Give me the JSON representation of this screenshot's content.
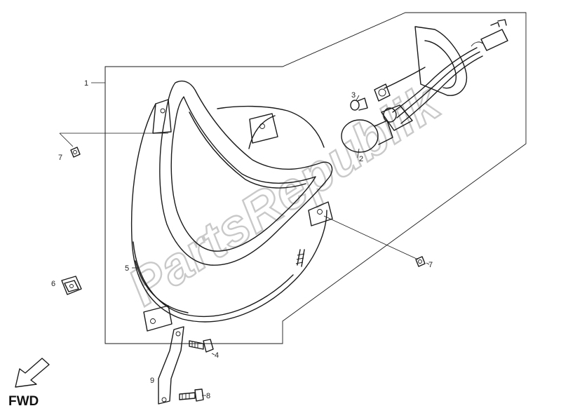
{
  "diagram": {
    "watermark": "PartsRepublik",
    "direction_label": "FWD",
    "callouts": [
      {
        "number": "1",
        "part": "headlight-assembly"
      },
      {
        "number": "2",
        "part": "main-bulb"
      },
      {
        "number": "3",
        "part": "parking-bulb"
      },
      {
        "number": "4",
        "part": "bolt"
      },
      {
        "number": "5",
        "part": "headlight-housing"
      },
      {
        "number": "6",
        "part": "clip-nut"
      },
      {
        "number": "7",
        "part": "screw"
      },
      {
        "number": "7",
        "part": "screw"
      },
      {
        "number": "8",
        "part": "bolt"
      },
      {
        "number": "9",
        "part": "bracket"
      }
    ]
  }
}
